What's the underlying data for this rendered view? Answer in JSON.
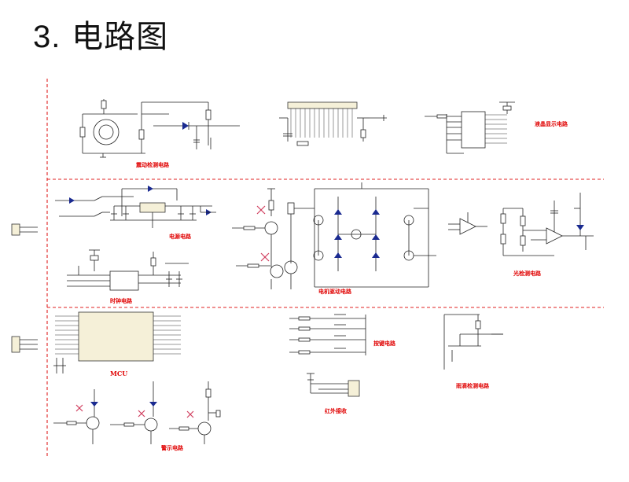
{
  "page": {
    "title_number": "3.",
    "title_text": "电路图"
  },
  "diagram": {
    "labels": {
      "vibration": "震动检测电路",
      "lcd": "液晶显示电路",
      "power": "电源电路",
      "motor": "电机驱动电路",
      "light": "光检测电路",
      "clock": "时钟电路",
      "mcu": "MCU",
      "keys": "按键电路",
      "rain": "雨滴检测电路",
      "ir": "红外接收",
      "alarm": "警示电路"
    },
    "colors": {
      "divider": "#e02020",
      "label": "#e00000",
      "wire": "#222222"
    }
  }
}
